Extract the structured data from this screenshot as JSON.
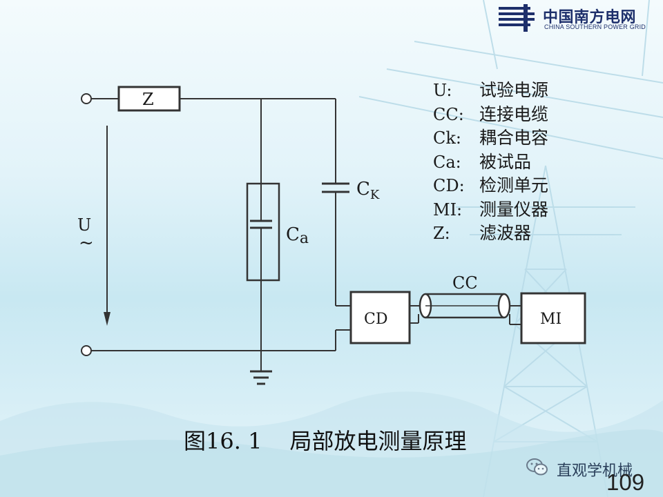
{
  "header": {
    "logo_name_cn": "中国南方电网",
    "logo_name_en": "CHINA SOUTHERN POWER GRID",
    "logo_color": "#1d2f6b"
  },
  "diagram": {
    "labels": {
      "z": "Z",
      "u": "U",
      "u_tilde": "~",
      "ca_c": "C",
      "ca_sub": "a",
      "ck_c": "C",
      "ck_sub": "K",
      "cd": "CD",
      "cc": "CC",
      "mi": "MI"
    },
    "line_color": "#333333"
  },
  "legend": [
    {
      "code": "U:",
      "desc": "试验电源"
    },
    {
      "code": "CC:",
      "desc": "连接电缆"
    },
    {
      "code": "Ck:",
      "desc": "耦合电容"
    },
    {
      "code": "Ca:",
      "desc": "被试品"
    },
    {
      "code": "CD:",
      "desc": "检测单元"
    },
    {
      "code": "MI:",
      "desc": "测量仪器"
    },
    {
      "code": "Z:",
      "desc": "滤波器"
    }
  ],
  "caption": {
    "label": "图16. 1",
    "title": "局部放电测量原理"
  },
  "watermark": {
    "account": "直观学机械",
    "icon": "wechat-icon"
  },
  "page_number": "109"
}
